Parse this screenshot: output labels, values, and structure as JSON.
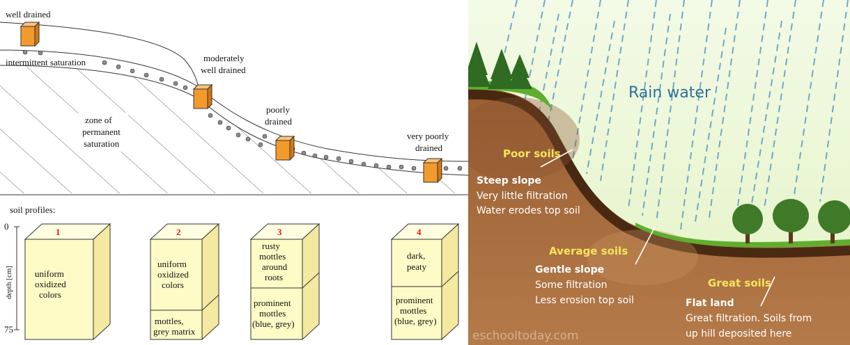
{
  "left_diagram": {
    "labels": {
      "well_drained": "well drained",
      "intermittent_saturation": "intermittent saturation",
      "moderately_1": "moderately",
      "moderately_2": "well drained",
      "poorly_1": "poorly",
      "poorly_2": "drained",
      "very_poorly_1": "very poorly",
      "very_poorly_2": "drained",
      "zone_1": "zone of",
      "zone_2": "permanent",
      "zone_3": "saturation",
      "soil_profiles": "soil profiles:",
      "depth_top": "0",
      "depth_bottom": "75",
      "depth_axis": "depth [cm]"
    },
    "profiles": [
      {
        "number": "1",
        "top_lines": [
          "uniform",
          "oxidized",
          "colors"
        ],
        "bottom_lines": []
      },
      {
        "number": "2",
        "top_lines": [
          "uniform",
          "oxidized",
          "colors"
        ],
        "bottom_lines": [
          "mottles,",
          "grey matrix"
        ]
      },
      {
        "number": "3",
        "top_lines": [
          "rusty",
          "mottles",
          "around",
          "roots"
        ],
        "bottom_lines": [
          "prominent",
          "mottles",
          "(blue, grey)"
        ]
      },
      {
        "number": "4",
        "top_lines": [
          "dark,",
          "peaty"
        ],
        "bottom_lines": [
          "prominent",
          "mottles",
          "(blue, grey)"
        ]
      }
    ],
    "colors": {
      "marker": "#f39a2e",
      "box": "#fffbc6"
    }
  },
  "right_diagram": {
    "rain_label": "Rain water",
    "sections": [
      {
        "heading": "Poor soils",
        "subheading": "Steep slope",
        "lines": [
          "Very little filtration",
          "Water erodes top soil"
        ]
      },
      {
        "heading": "Average soils",
        "subheading": "Gentle slope",
        "lines": [
          "Some filtration",
          "Less erosion top soil"
        ]
      },
      {
        "heading": "Great soils",
        "subheading": "Flat land",
        "lines": [
          "Great filtration. Soils from",
          "up hill deposited here"
        ]
      }
    ],
    "watermark": "eschooltoday.com",
    "colors": {
      "sky": "#eaf6cf",
      "soil": "#a86a3b",
      "heading": "#f6e65c",
      "rain": "#5a9bc6"
    }
  }
}
